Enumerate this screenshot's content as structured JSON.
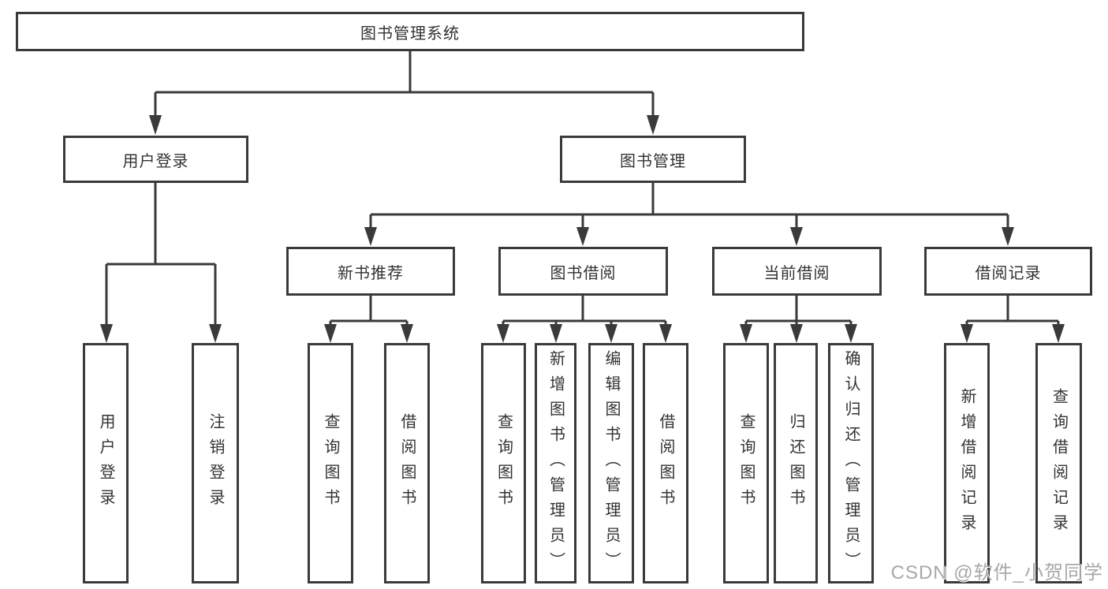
{
  "tree": {
    "root": {
      "label": "图书管理系统"
    },
    "branches": [
      {
        "label": "用户登录",
        "children": [
          {
            "label": "用户登录"
          },
          {
            "label": "注销登录"
          }
        ]
      },
      {
        "label": "图书管理",
        "children": [
          {
            "label": "新书推荐",
            "children": [
              {
                "label": "查询图书"
              },
              {
                "label": "借阅图书"
              }
            ]
          },
          {
            "label": "图书借阅",
            "children": [
              {
                "label": "查询图书"
              },
              {
                "label": "新增图书（管理员）"
              },
              {
                "label": "编辑图书（管理员）"
              },
              {
                "label": "借阅图书"
              }
            ]
          },
          {
            "label": "当前借阅",
            "children": [
              {
                "label": "查询图书"
              },
              {
                "label": "归还图书"
              },
              {
                "label": "确认归还（管理员）"
              }
            ]
          },
          {
            "label": "借阅记录",
            "children": [
              {
                "label": "新增借阅记录"
              },
              {
                "label": "查询借阅记录"
              }
            ]
          }
        ]
      }
    ]
  },
  "watermark": {
    "text": "CSDN @软件_小贺同学"
  },
  "colors": {
    "line": "#3a3a3a",
    "text": "#333333",
    "watermark": "#a8a8a8",
    "background": "#ffffff"
  }
}
